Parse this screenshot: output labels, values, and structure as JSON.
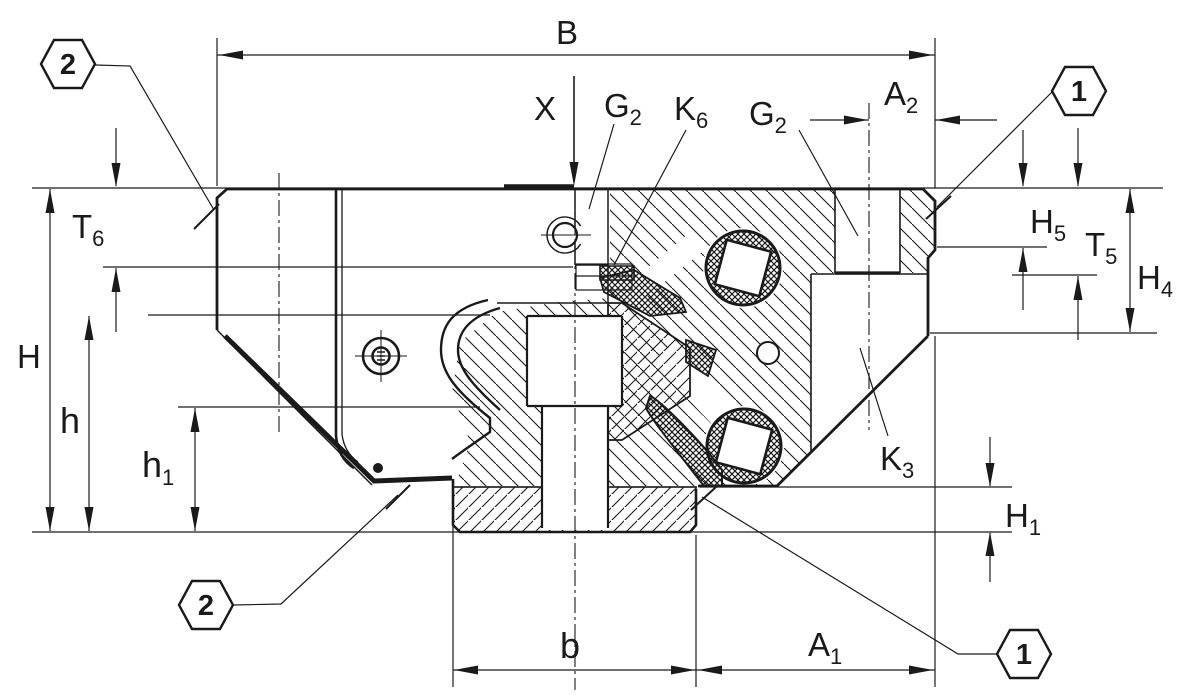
{
  "title": "Linear guide carriage cross-section technical drawing",
  "colors": {
    "line": "#1a1a1a",
    "background": "#ffffff"
  },
  "labels": {
    "B": {
      "base": "B"
    },
    "X": {
      "base": "X"
    },
    "G2a": {
      "base": "G",
      "sub": "2"
    },
    "K6": {
      "base": "K",
      "sub": "6"
    },
    "G2b": {
      "base": "G",
      "sub": "2"
    },
    "A2": {
      "base": "A",
      "sub": "2"
    },
    "T6": {
      "base": "T",
      "sub": "6"
    },
    "H5": {
      "base": "H",
      "sub": "5"
    },
    "T5": {
      "base": "T",
      "sub": "5"
    },
    "H4": {
      "base": "H",
      "sub": "4"
    },
    "H": {
      "base": "H"
    },
    "h": {
      "base": "h"
    },
    "h1": {
      "base": "h",
      "sub": "1"
    },
    "H1": {
      "base": "H",
      "sub": "1"
    },
    "K3": {
      "base": "K",
      "sub": "3"
    },
    "b": {
      "base": "b"
    },
    "A1": {
      "base": "A",
      "sub": "1"
    }
  },
  "balloons": {
    "top_left": "2",
    "top_right": "1",
    "bottom_left": "2",
    "bottom_right": "1"
  }
}
